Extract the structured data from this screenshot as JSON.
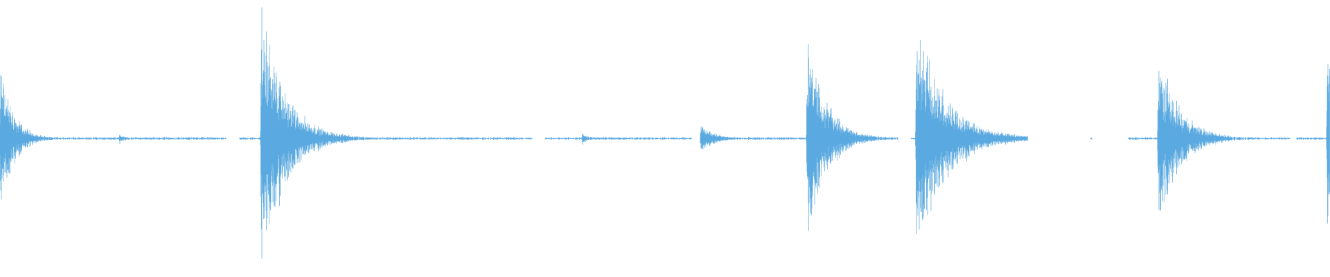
{
  "waveform": {
    "color": "#5aa9e0",
    "background": "#ffffff",
    "duration_fraction_segments": [
      [
        0.0,
        0.17
      ],
      [
        0.18,
        0.4
      ],
      [
        0.41,
        0.52
      ],
      [
        0.53,
        0.675
      ],
      [
        0.685,
        0.73
      ],
      [
        0.82,
        0.821
      ],
      [
        0.848,
        0.97
      ],
      [
        0.975,
        1.0
      ]
    ],
    "transients": [
      {
        "pos": 0.0005,
        "amplitude": 0.55,
        "decay": 0.01
      },
      {
        "pos": 0.09,
        "amplitude": 0.04,
        "decay": 0.004
      },
      {
        "pos": 0.1965,
        "amplitude": 1.0,
        "decay": 0.018
      },
      {
        "pos": 0.2085,
        "amplitude": 0.25,
        "decay": 0.012
      },
      {
        "pos": 0.438,
        "amplitude": 0.05,
        "decay": 0.004
      },
      {
        "pos": 0.527,
        "amplitude": 0.12,
        "decay": 0.01
      },
      {
        "pos": 0.607,
        "amplitude": 0.8,
        "decay": 0.014
      },
      {
        "pos": 0.623,
        "amplitude": 0.06,
        "decay": 0.006
      },
      {
        "pos": 0.689,
        "amplitude": 0.9,
        "decay": 0.022
      },
      {
        "pos": 0.871,
        "amplitude": 0.65,
        "decay": 0.016
      },
      {
        "pos": 0.998,
        "amplitude": 0.7,
        "decay": 0.01
      }
    ],
    "noise_floor": 0.008
  }
}
